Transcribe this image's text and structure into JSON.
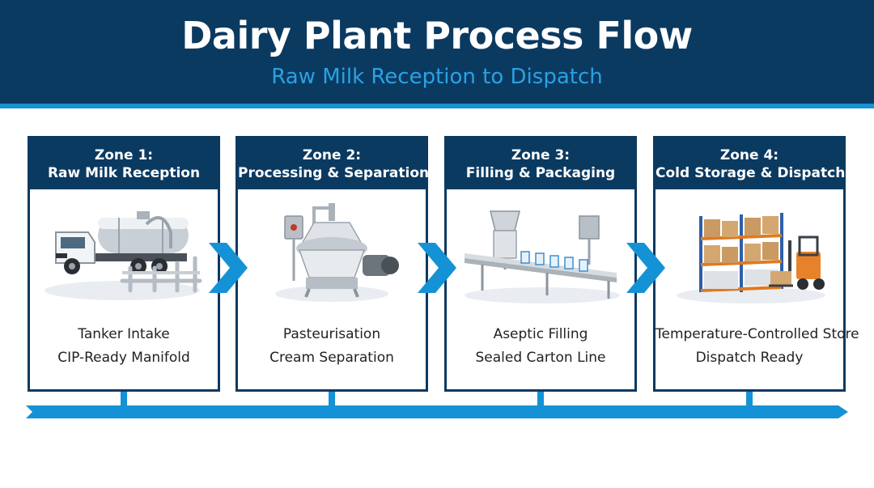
{
  "header": {
    "title": "Dairy Plant Process Flow",
    "subtitle": "Raw Milk Reception to Dispatch"
  },
  "zones": [
    {
      "title_line1": "Zone 1:",
      "title_line2": "Raw Milk Reception",
      "desc_line1": "Tanker Intake",
      "desc_line2": "CIP-Ready Manifold",
      "icon": "milk-tanker-truck-icon"
    },
    {
      "title_line1": "Zone 2:",
      "title_line2": "Processing & Separation",
      "desc_line1": "Pasteurisation",
      "desc_line2": "Cream Separation",
      "icon": "cream-separator-icon"
    },
    {
      "title_line1": "Zone 3:",
      "title_line2": "Filling & Packaging",
      "desc_line1": "Aseptic Filling",
      "desc_line2": "Sealed Carton Line",
      "icon": "filling-conveyor-icon"
    },
    {
      "title_line1": "Zone 4:",
      "title_line2": "Cold Storage & Dispatch",
      "desc_line1": "Temperature-Controlled Store",
      "desc_line2": "Dispatch Ready",
      "icon": "warehouse-forklift-icon"
    }
  ],
  "colors": {
    "navy": "#0b3a61",
    "accent_blue": "#1592d6",
    "subtitle_blue": "#2aa1e4"
  }
}
